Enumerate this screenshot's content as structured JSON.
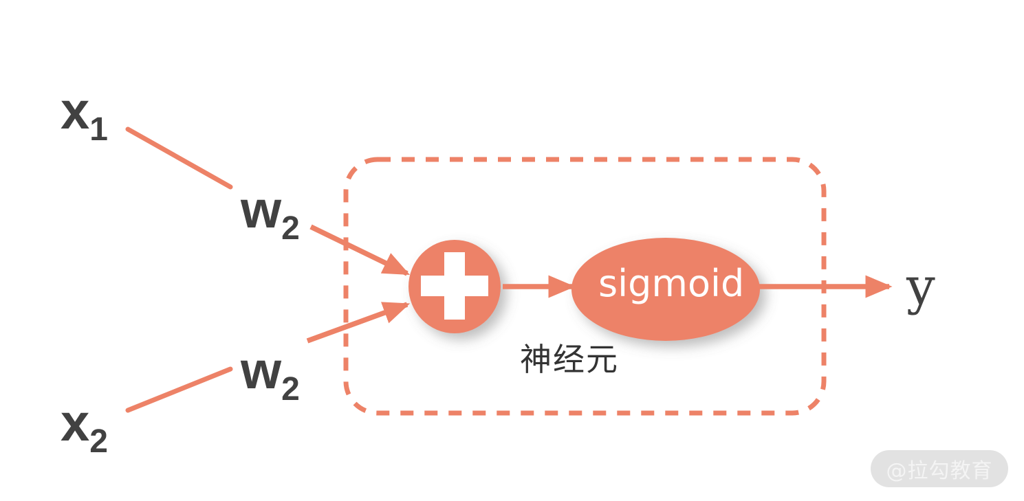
{
  "figure": {
    "title": "Neuron (perceptron) diagram",
    "background_color": "#ffffff",
    "accent_color": "#ed8267",
    "text_color": "#414141",
    "node_text_color": "#ffffff"
  },
  "inputs": [
    {
      "id": "x1",
      "label": "x",
      "subscript": "1"
    },
    {
      "id": "x2",
      "label": "x",
      "subscript": "2"
    }
  ],
  "weights": [
    {
      "id": "w1",
      "label": "w",
      "subscript": "2"
    },
    {
      "id": "w2",
      "label": "w",
      "subscript": "2"
    }
  ],
  "nodes": {
    "sum": {
      "glyph": "+",
      "shape": "circle",
      "fill": "#ed8267"
    },
    "activation": {
      "label": "sigmoid",
      "shape": "ellipse",
      "fill": "#ed8267"
    }
  },
  "group": {
    "label": "神经元",
    "border_style": "dashed",
    "border_color": "#ed8267"
  },
  "output": {
    "id": "y",
    "label": "y"
  },
  "watermark": {
    "text": "@拉勾教育"
  }
}
